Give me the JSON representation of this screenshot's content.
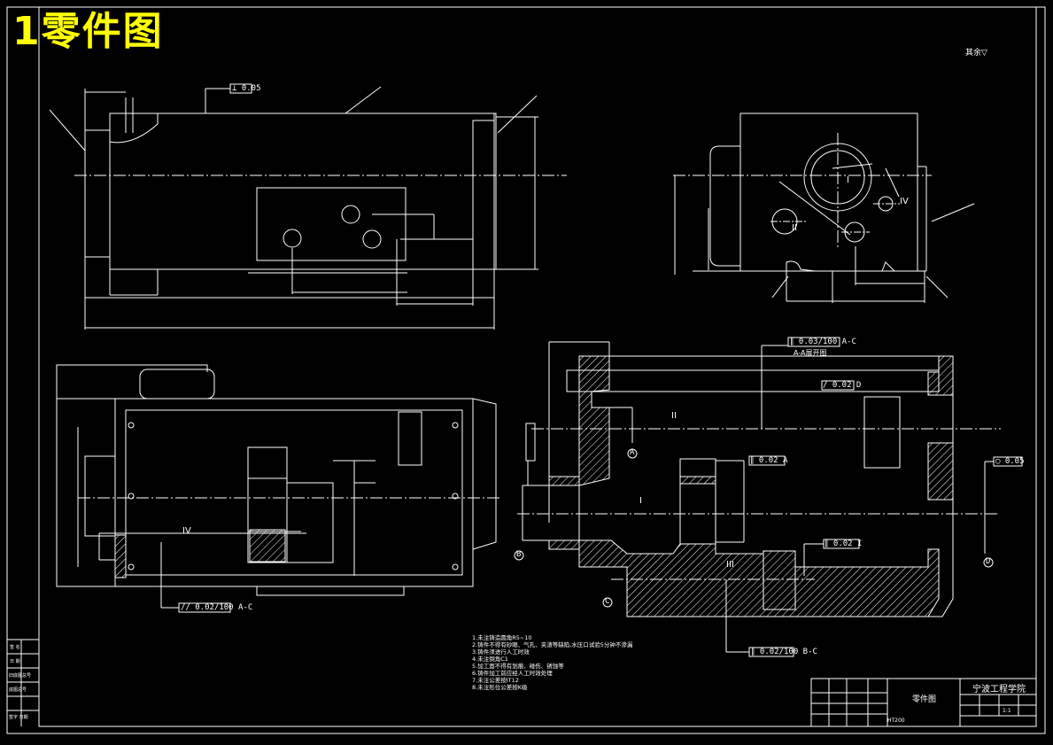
{
  "header": {
    "title": "1零件图"
  },
  "corner_note": "其余▽",
  "section_label": "A-A展开图",
  "roman": [
    "I",
    "II",
    "III",
    "IV"
  ],
  "tolerances": [
    "∥ 0.03/100 A-C",
    "/ 0.02 D",
    "∥ 0.02 A",
    "∥ 0.02 I",
    "◯ 0.05",
    "∥ 0.02/100 B-C",
    "// 0.02/100 A-C",
    "⊥ 0.05"
  ],
  "datums": [
    "A",
    "B",
    "C",
    "D"
  ],
  "notes": [
    "1.未注铸造圆角R5~10",
    "2.铸件不得有砂眼、气孔、夹渣等缺陷,水压口试验5分钟不渗漏",
    "3.铸件须进行人工时效",
    "4.未注倒角C1",
    "5.加工面不得有划痕、碰伤、锈蚀等",
    "6.铸件加工前应经人工时效处理",
    "7.未注公差按IT12",
    "8.未注形位公差按K级"
  ],
  "title_block": {
    "school": "宁波工程学院",
    "drawing_name": "零件图",
    "material": "HT200",
    "scale": "1:1"
  },
  "left_strip": [
    "签 名",
    "日 期",
    "旧底图总号",
    "底图总号",
    "签字 日期"
  ]
}
